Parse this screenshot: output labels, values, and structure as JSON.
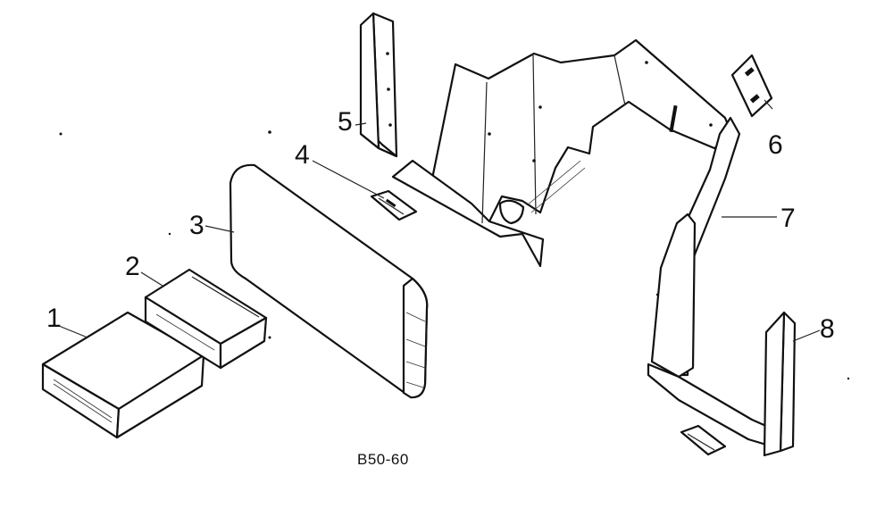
{
  "callouts": [
    {
      "label": "1"
    },
    {
      "label": "2"
    },
    {
      "label": "3"
    },
    {
      "label": "4"
    },
    {
      "label": "5"
    },
    {
      "label": "6"
    },
    {
      "label": "7"
    },
    {
      "label": "8"
    }
  ],
  "drawing_code": "B50-60"
}
